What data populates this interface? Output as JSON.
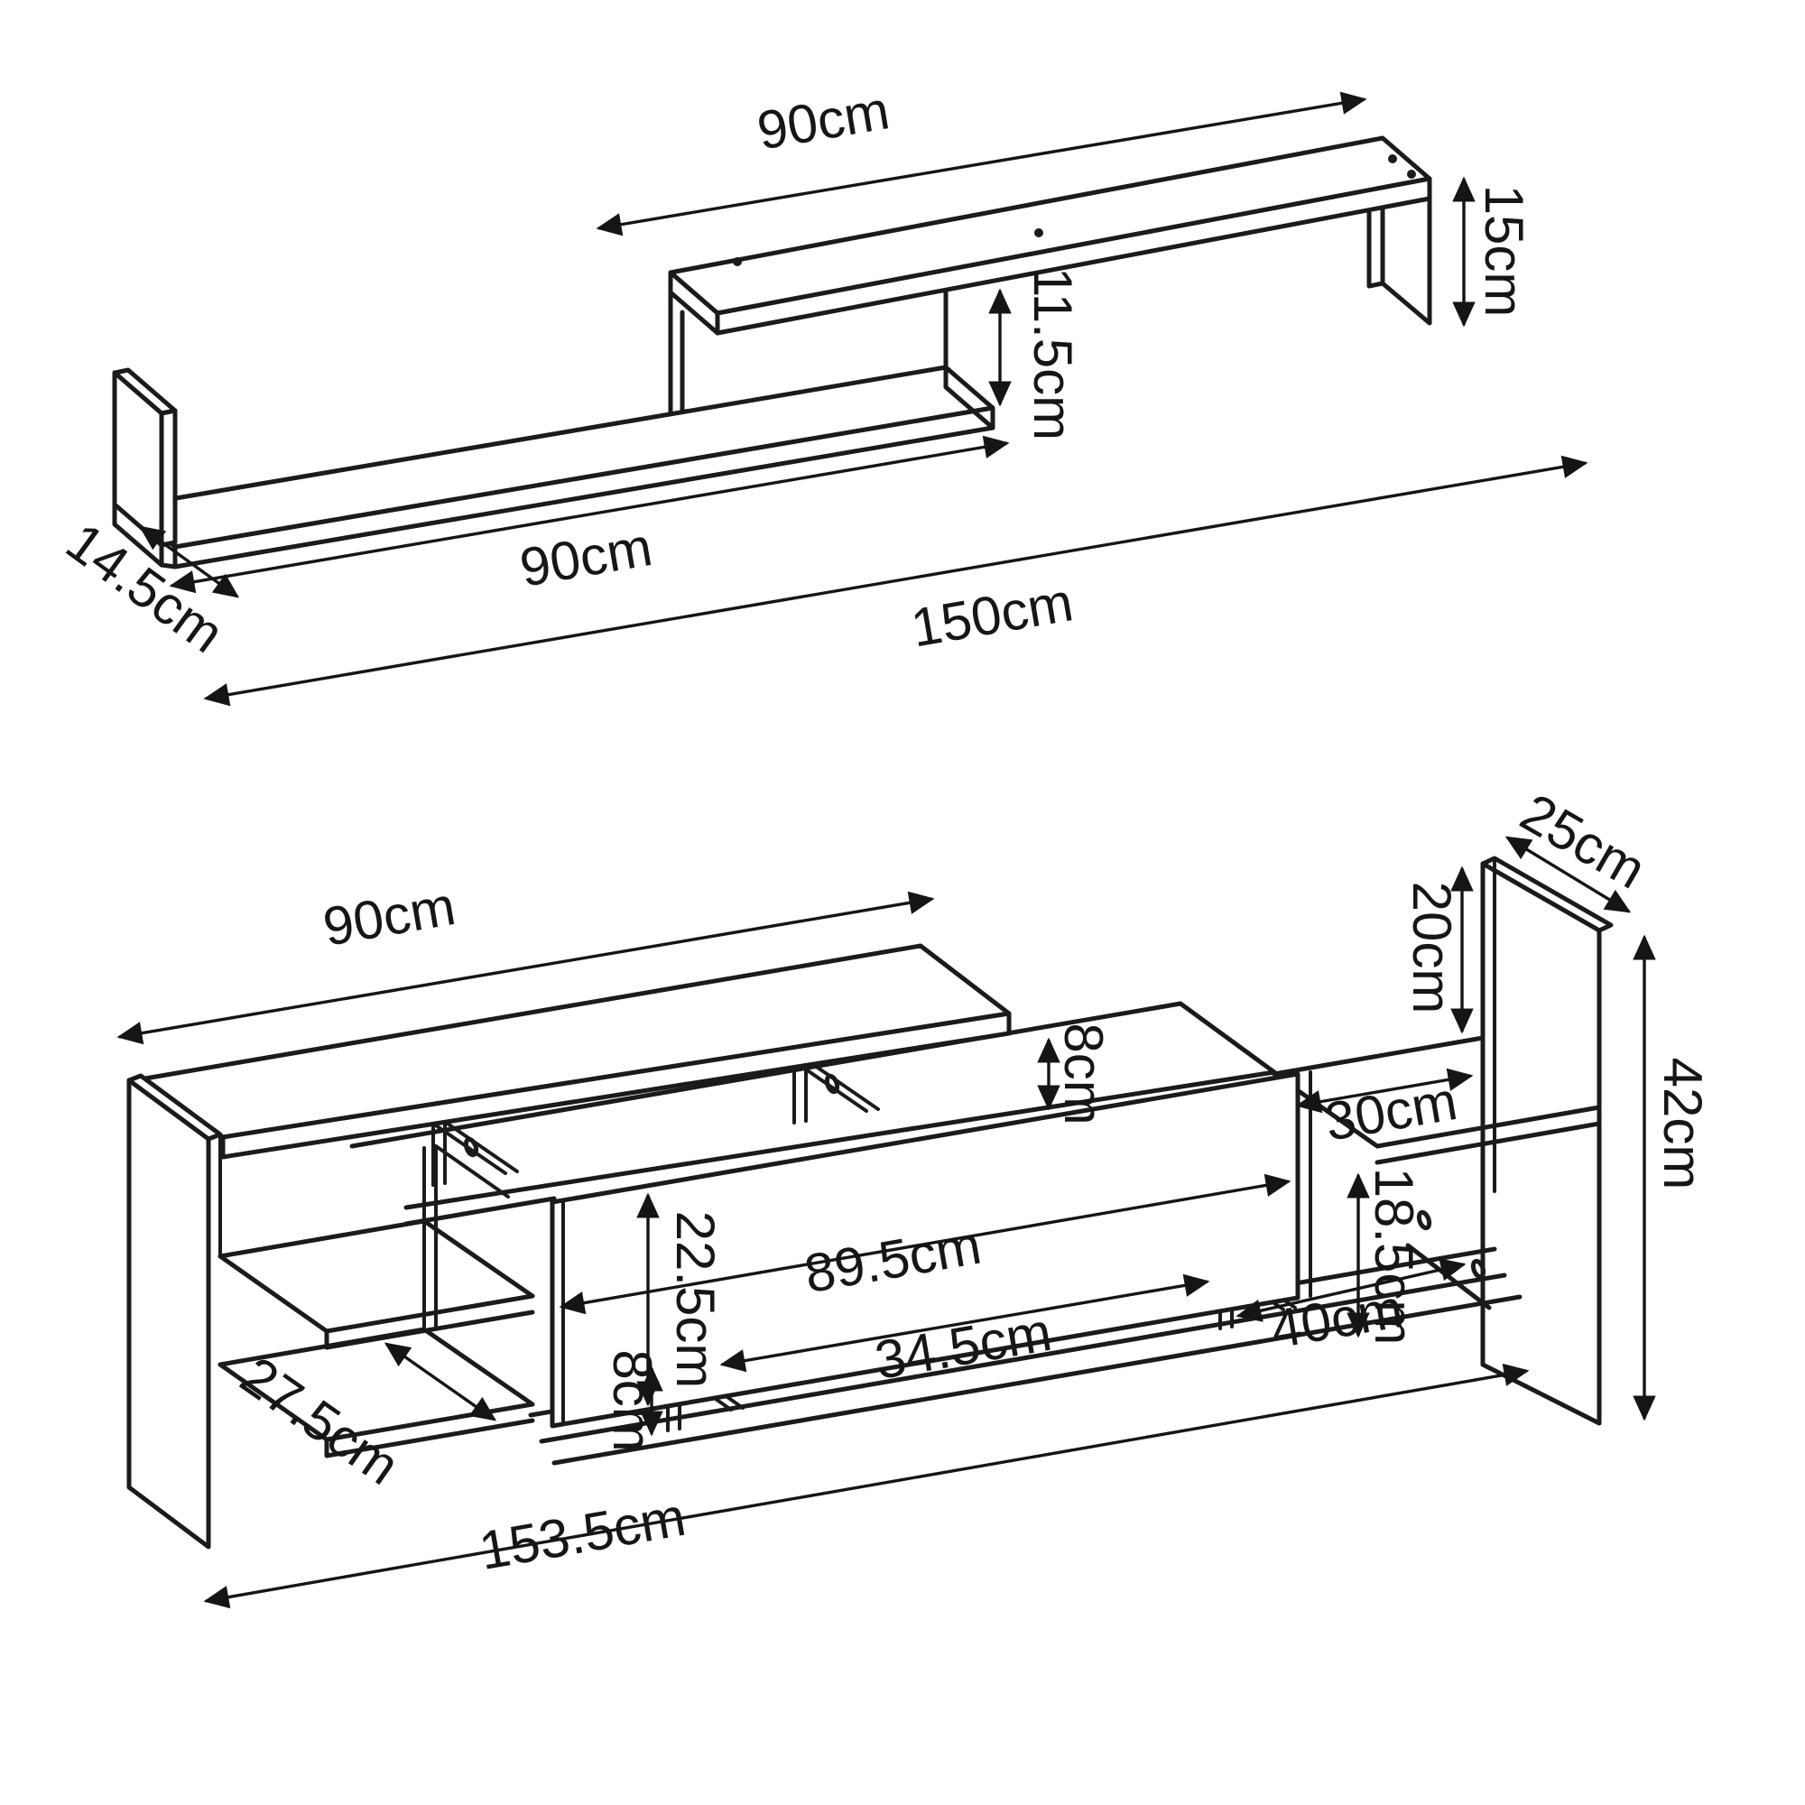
{
  "unit": "cm",
  "colors": {
    "line": "#1b1b1b",
    "background": "#ffffff"
  },
  "top_drawing": {
    "name": "wall shelf unit",
    "labels": {
      "shelf_length_top": "90cm",
      "end_panel_height": "15cm",
      "shelf_gap_height": "11.5cm",
      "shelf_length_bottom": "90cm",
      "shelf_depth": "14.5cm",
      "overall_length": "150cm"
    }
  },
  "bottom_drawing": {
    "name": "tv stand unit",
    "labels": {
      "top_panel_length": "90cm",
      "right_panel_depth": "25cm",
      "right_top_gap": "20cm",
      "right_shelf_length": "30cm",
      "overall_height": "42cm",
      "top_step_height": "8cm",
      "drawer_length": "89.5cm",
      "drawer_height": "22.5cm",
      "right_inner_height": "18.5cm",
      "right_compartment_length": "40cm",
      "middle_compartment_length": "34.5cm",
      "bottom_step_height": "8cm",
      "left_shelf_depth": "27.5cm",
      "overall_length": "153.5cm"
    }
  }
}
